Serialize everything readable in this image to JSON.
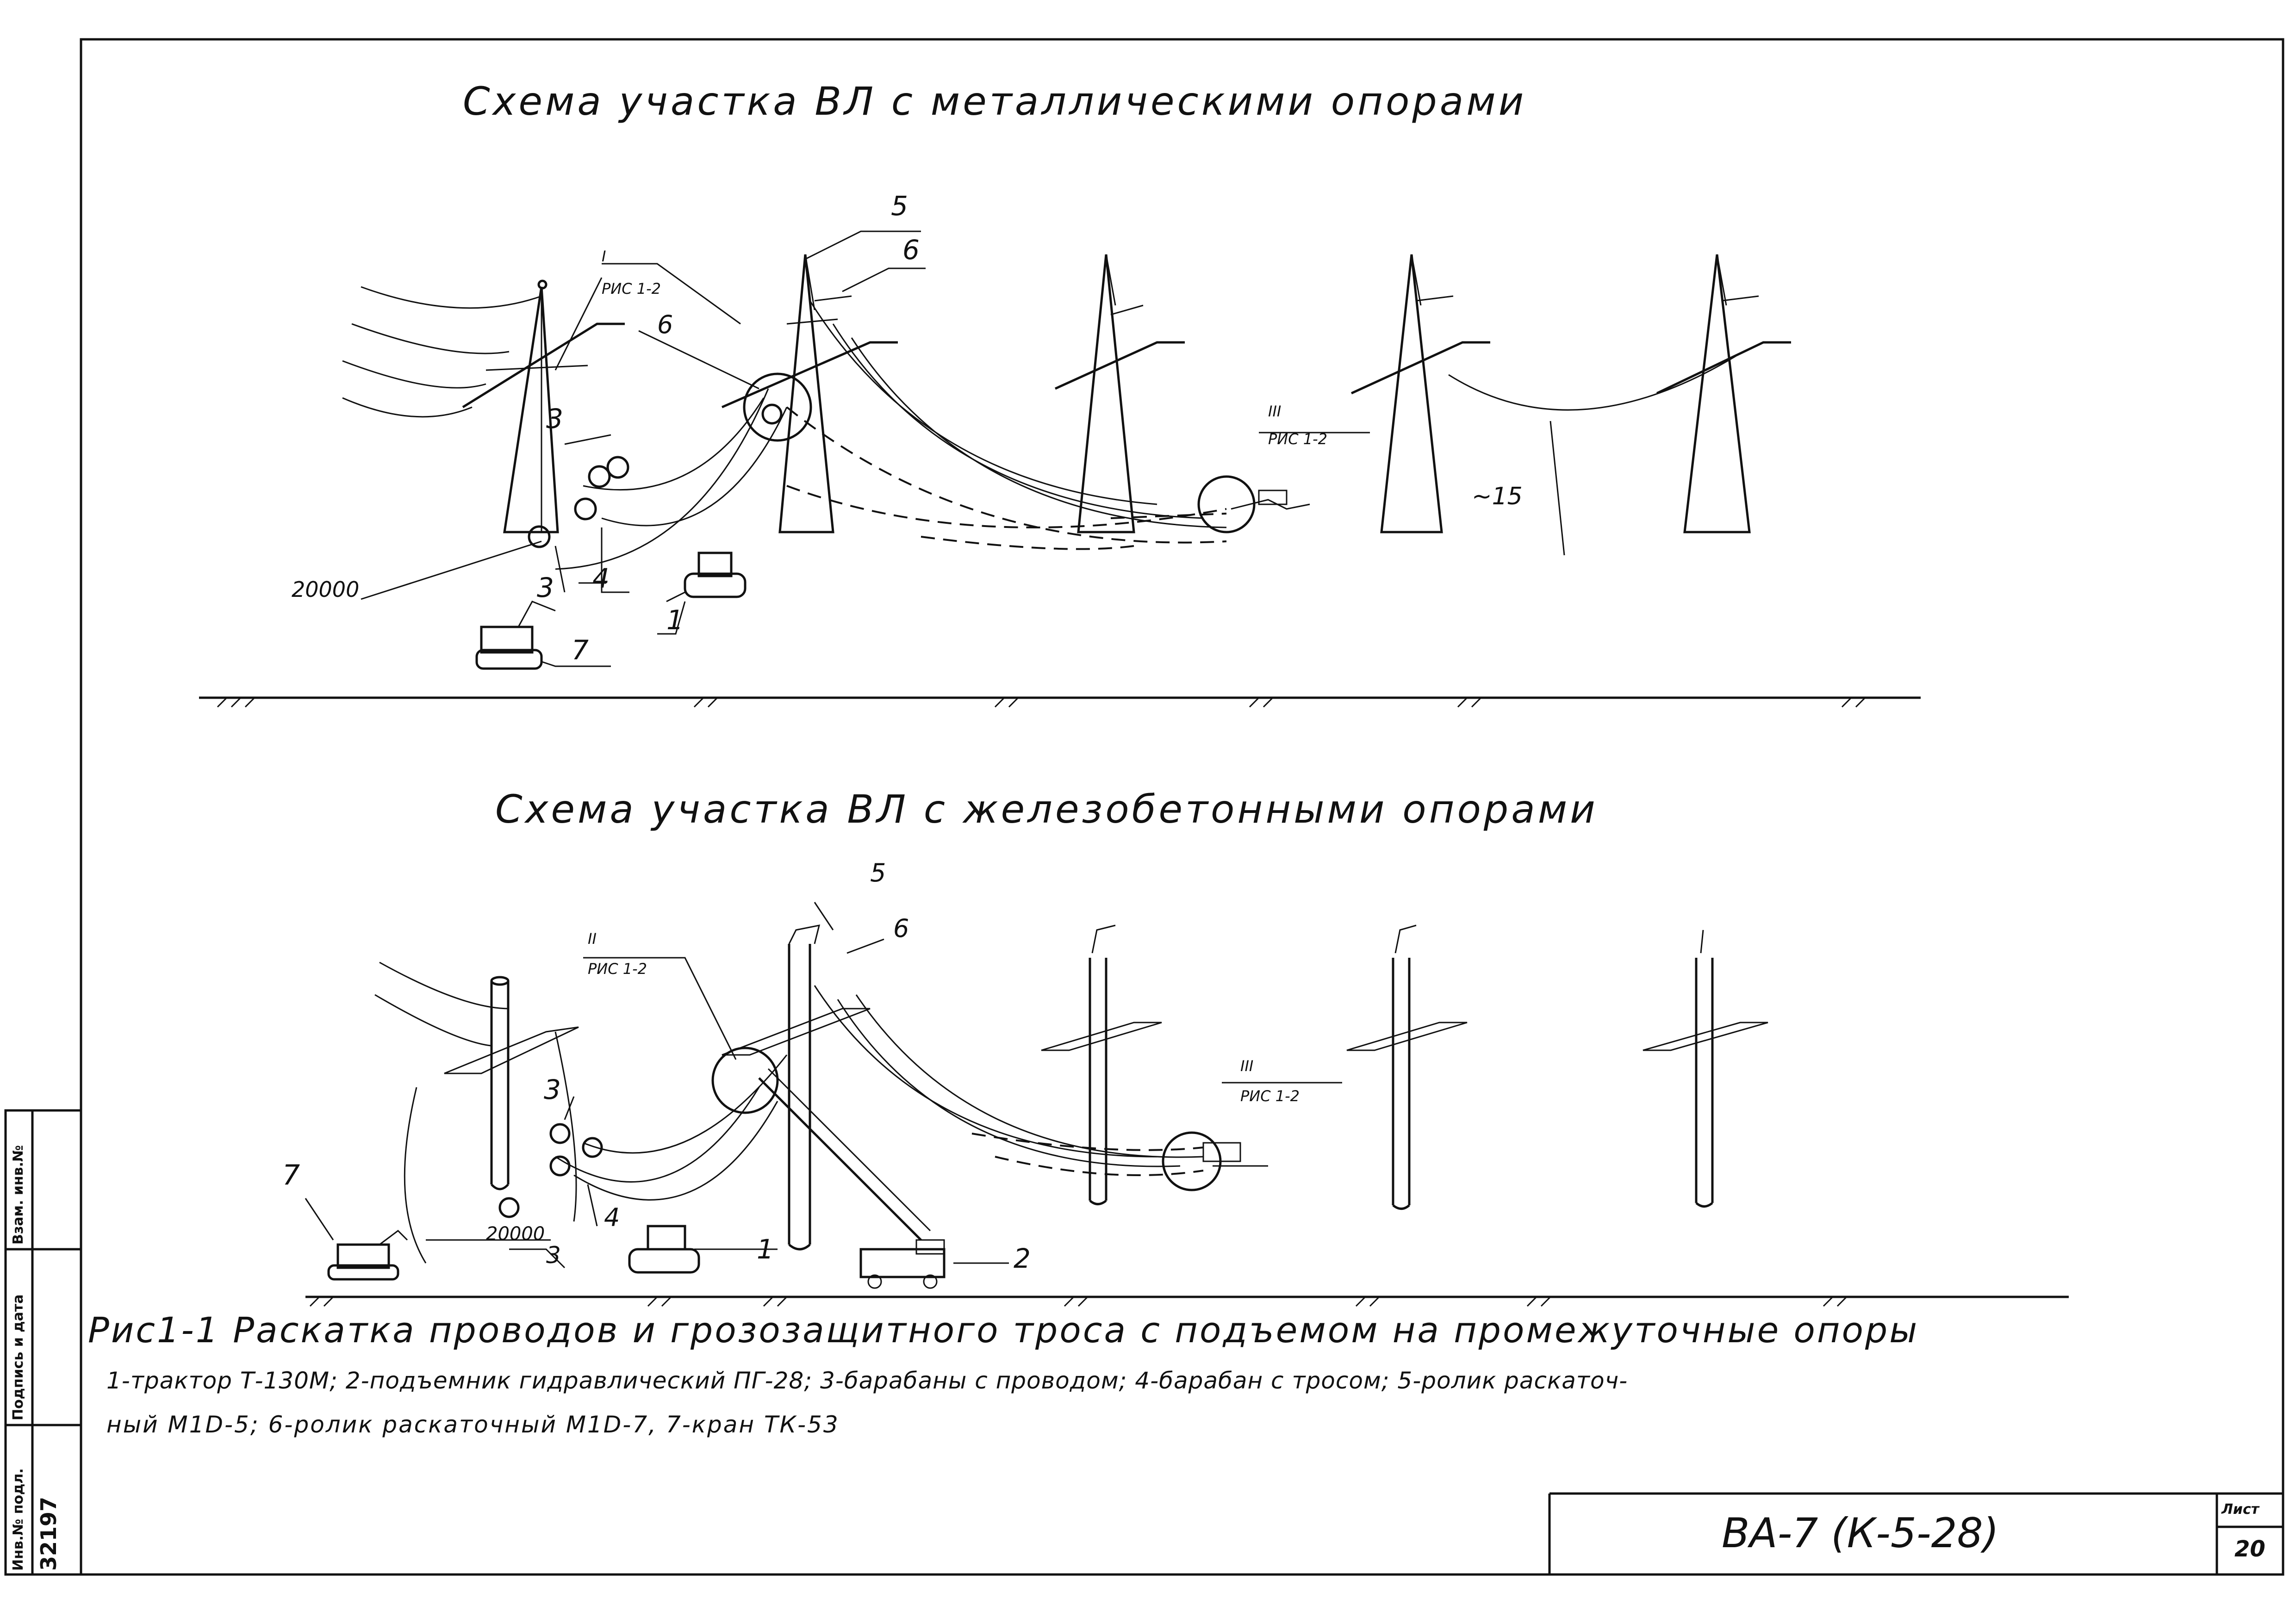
{
  "diagram_top": {
    "title": "Схема участка ВЛ с металлическими опорами",
    "callout_ref_1": "I",
    "callout_ref_1_fig": "РИС 1-2",
    "callout_ref_2": "III",
    "callout_ref_2_fig": "РИС 1-2",
    "label_5": "5",
    "label_6a": "6",
    "label_6b": "6",
    "label_3a": "3",
    "label_3b": "3",
    "label_4": "4",
    "label_7": "7",
    "label_1": "1",
    "distance": "20000",
    "angle": "~15"
  },
  "diagram_bottom": {
    "title": "Схема участка ВЛ с железобетонными опорами",
    "callout_ref_1": "II",
    "callout_ref_1_fig": "РИС 1-2",
    "callout_ref_2": "III",
    "callout_ref_2_fig": "РИС 1-2",
    "label_5": "5",
    "label_6": "6",
    "label_3a": "3",
    "label_3b": "3",
    "label_4": "4",
    "label_7": "7",
    "label_1": "1",
    "label_2": "2",
    "distance": "20000"
  },
  "caption": {
    "title": "Рис1-1 Раскатка проводов и грозозащитного троса с подъемом на промежуточные опоры",
    "legend_line1": "1-трактор Т-130М; 2-подъемник гидравлический ПГ-28; 3-барабаны с проводом; 4-барабан с тросом; 5-ролик раскаточ-",
    "legend_line2": "ный М1D-5; 6-ролик раскаточный М1D-7, 7-кран ТК-53"
  },
  "stamp": {
    "code": "ВА-7 (К-5-28)",
    "sheet_label": "Лист",
    "sheet_number": "20"
  },
  "side_strip": {
    "inventory_label": "Инв.№ подл.",
    "inventory_value": "32197",
    "signature_label": "Подпись и дата",
    "replace_label": "Взам. инв.№"
  }
}
